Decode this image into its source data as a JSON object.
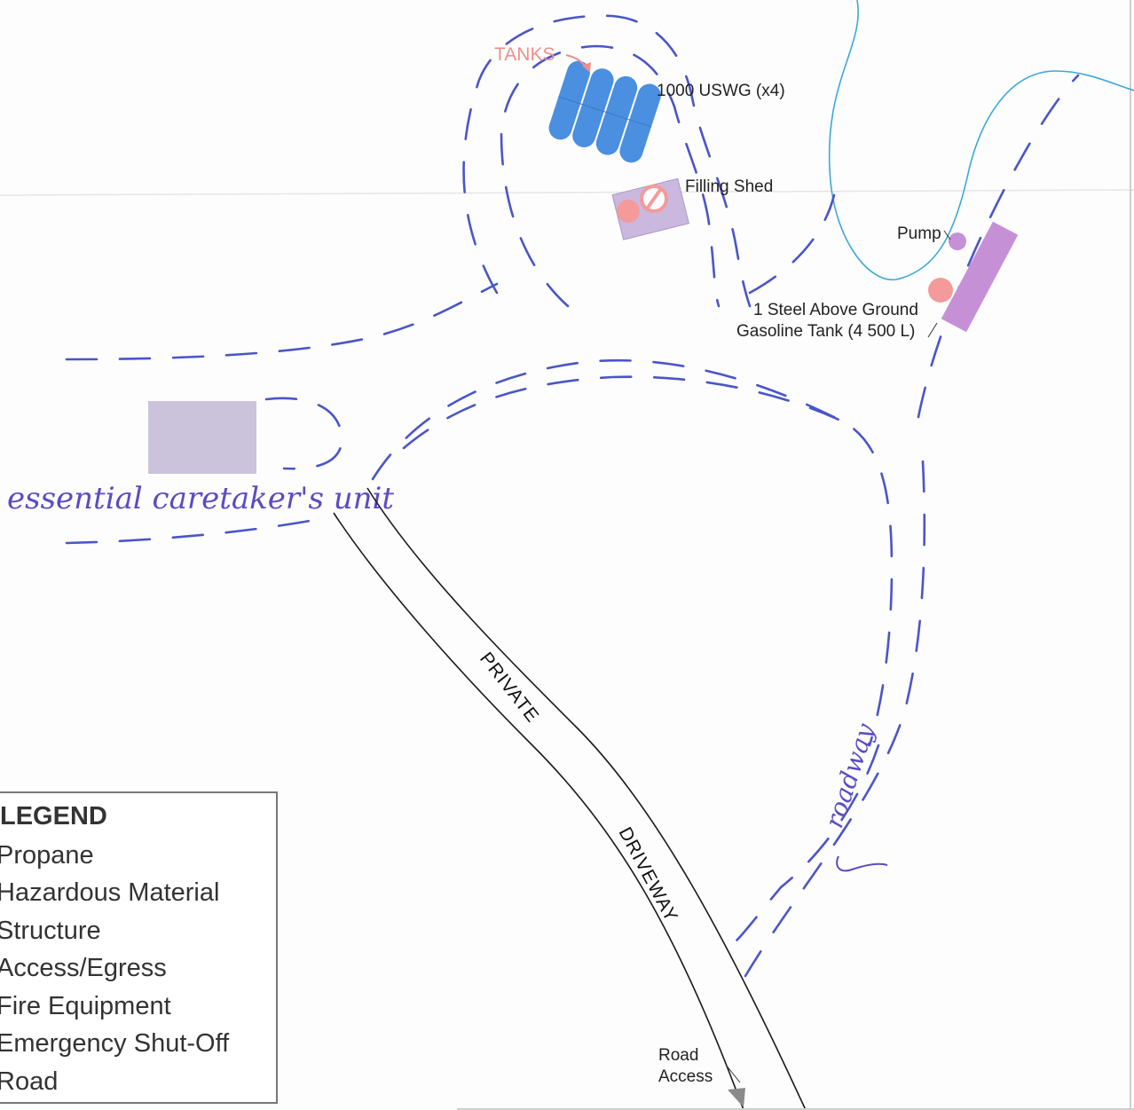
{
  "labels": {
    "tanks": "TANKS",
    "tank_spec": "1000 USWG (x4)",
    "filling_shed": "Filling Shed",
    "pump": "Pump",
    "gas_tank_line1": "1 Steel Above Ground",
    "gas_tank_line2": "Gasoline Tank (4 500 L)",
    "driveway_1": "PRIVATE",
    "driveway_2": "DRIVEWAY",
    "road_access_1": "Road",
    "road_access_2": "Access"
  },
  "handwritten": {
    "caretakers_unit": "essential caretaker's unit",
    "roadway": "roadway"
  },
  "legend": {
    "title": "LEGEND",
    "items": [
      "Propane",
      "Hazardous Material",
      "Structure",
      "Access/Egress",
      "Fire Equipment",
      "Emergency Shut-Off",
      "Road"
    ]
  },
  "colors": {
    "propane": "#4a8fe0",
    "hazardous": "#f49a9a",
    "structure": "#cbb8df",
    "pump_tank": "#c690d6",
    "access_egress": "#4a55c8",
    "handwriting": "#5a4cc2",
    "water_line": "#3aa9d8",
    "road_line": "#1a1a1a"
  },
  "icons": {
    "shut_off": "prohibited-circle-icon",
    "road_access": "triangle-arrow-icon"
  }
}
